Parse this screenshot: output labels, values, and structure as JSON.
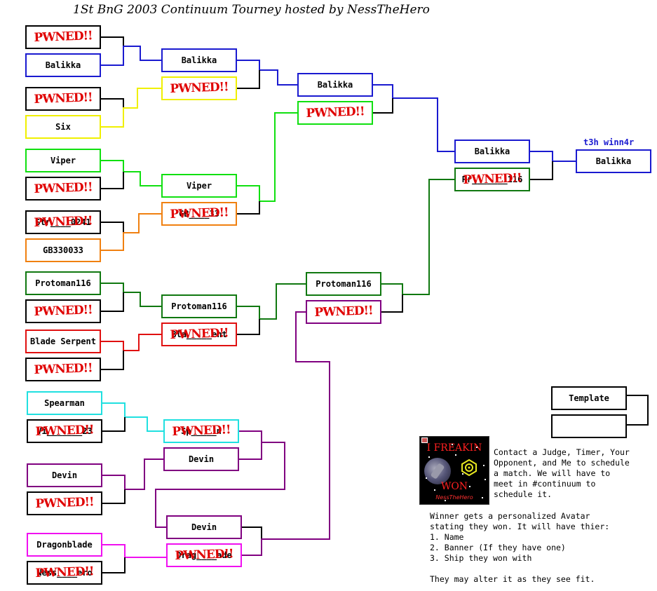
{
  "title": "1St BnG 2003 Continuum Tourney hosted by NessTheHero",
  "pwned_text": "PWNED!!",
  "winner_label": "t3h winn4r",
  "colors": {
    "blue": "#1a1ad0",
    "yellow": "#f0f000",
    "green": "#10e010",
    "orange": "#f08010",
    "darkgreen": "#107810",
    "red": "#e01010",
    "cyan": "#20e0e0",
    "purple": "#800080",
    "magenta": "#f010f0",
    "black": "#000000",
    "pwned": "#e00000"
  },
  "slots": [
    {
      "id": "r1-1",
      "name": "",
      "pwned": true,
      "color": "black"
    },
    {
      "id": "r1-2",
      "name": "Balikka",
      "pwned": false,
      "color": "blue"
    },
    {
      "id": "r1-3",
      "name": "",
      "pwned": true,
      "color": "black"
    },
    {
      "id": "r1-4",
      "name": "Six",
      "pwned": false,
      "color": "yellow"
    },
    {
      "id": "r1-5",
      "name": "Viper",
      "pwned": false,
      "color": "green"
    },
    {
      "id": "r1-6",
      "name": "",
      "pwned": true,
      "color": "black"
    },
    {
      "id": "r1-7",
      "name": "Str____0241",
      "pwned": true,
      "color": "black"
    },
    {
      "id": "r1-8",
      "name": "GB330033",
      "pwned": false,
      "color": "orange"
    },
    {
      "id": "r1-9",
      "name": "Protoman116",
      "pwned": false,
      "color": "darkgreen"
    },
    {
      "id": "r1-10",
      "name": "",
      "pwned": true,
      "color": "black"
    },
    {
      "id": "r1-11",
      "name": "Blade Serpent",
      "pwned": false,
      "color": "red"
    },
    {
      "id": "r1-12",
      "name": "",
      "pwned": true,
      "color": "black"
    },
    {
      "id": "r1-13",
      "name": "Spearman",
      "pwned": false,
      "color": "cyan"
    },
    {
      "id": "r1-14",
      "name": "Vi_______23",
      "pwned": true,
      "color": "black"
    },
    {
      "id": "r1-15",
      "name": "Devin",
      "pwned": false,
      "color": "purple"
    },
    {
      "id": "r1-16",
      "name": "",
      "pwned": true,
      "color": "black"
    },
    {
      "id": "r1-17",
      "name": "Dragonblade",
      "pwned": false,
      "color": "magenta"
    },
    {
      "id": "r1-18",
      "name": "Ness____ero",
      "pwned": true,
      "color": "black"
    },
    {
      "id": "r2-1",
      "name": "Balikka",
      "pwned": false,
      "color": "blue"
    },
    {
      "id": "r2-2",
      "name": "",
      "pwned": true,
      "color": "yellow"
    },
    {
      "id": "r2-3",
      "name": "Viper",
      "pwned": false,
      "color": "green"
    },
    {
      "id": "r2-4",
      "name": "GB____33",
      "pwned": true,
      "color": "orange"
    },
    {
      "id": "r2-5",
      "name": "Protoman116",
      "pwned": false,
      "color": "darkgreen"
    },
    {
      "id": "r2-6",
      "name": "Bla_____ent",
      "pwned": true,
      "color": "red"
    },
    {
      "id": "r2-7",
      "name": "Sp_____n",
      "pwned": true,
      "color": "cyan"
    },
    {
      "id": "r2-8",
      "name": "Devin",
      "pwned": false,
      "color": "purple"
    },
    {
      "id": "r2-9",
      "name": "Devin",
      "pwned": false,
      "color": "purple"
    },
    {
      "id": "r2-10",
      "name": "Drag____ade",
      "pwned": true,
      "color": "magenta"
    },
    {
      "id": "r3-1",
      "name": "Balikka",
      "pwned": false,
      "color": "blue"
    },
    {
      "id": "r3-2",
      "name": "",
      "pwned": true,
      "color": "green"
    },
    {
      "id": "r3-3",
      "name": "Protoman116",
      "pwned": false,
      "color": "darkgreen"
    },
    {
      "id": "r3-4",
      "name": "",
      "pwned": true,
      "color": "purple"
    },
    {
      "id": "r4-1",
      "name": "Balikka",
      "pwned": false,
      "color": "blue"
    },
    {
      "id": "r4-2",
      "name": "Pr_______116",
      "pwned": true,
      "color": "darkgreen"
    },
    {
      "id": "final",
      "name": "Balikka",
      "pwned": false,
      "color": "blue"
    },
    {
      "id": "tmpl-1",
      "name": "Template",
      "pwned": false,
      "color": "black"
    },
    {
      "id": "tmpl-2",
      "name": "",
      "pwned": false,
      "color": "black"
    }
  ],
  "avatar": {
    "line1": "I FREAKIN",
    "line2": "WON",
    "line3": "NessTheHero"
  },
  "contact_lines": [
    "Contact a Judge, Timer, Your",
    "Opponent, and Me to schedule",
    "a match. We will have to",
    "meet in #continuum to",
    "schedule it."
  ],
  "prize_lines": [
    "Winner gets a personalized Avatar",
    "stating they won. It will have thier:",
    "1. Name",
    "2. Banner (If they have one)",
    "3. Ship they won with",
    "",
    "They may alter it as they see fit."
  ]
}
